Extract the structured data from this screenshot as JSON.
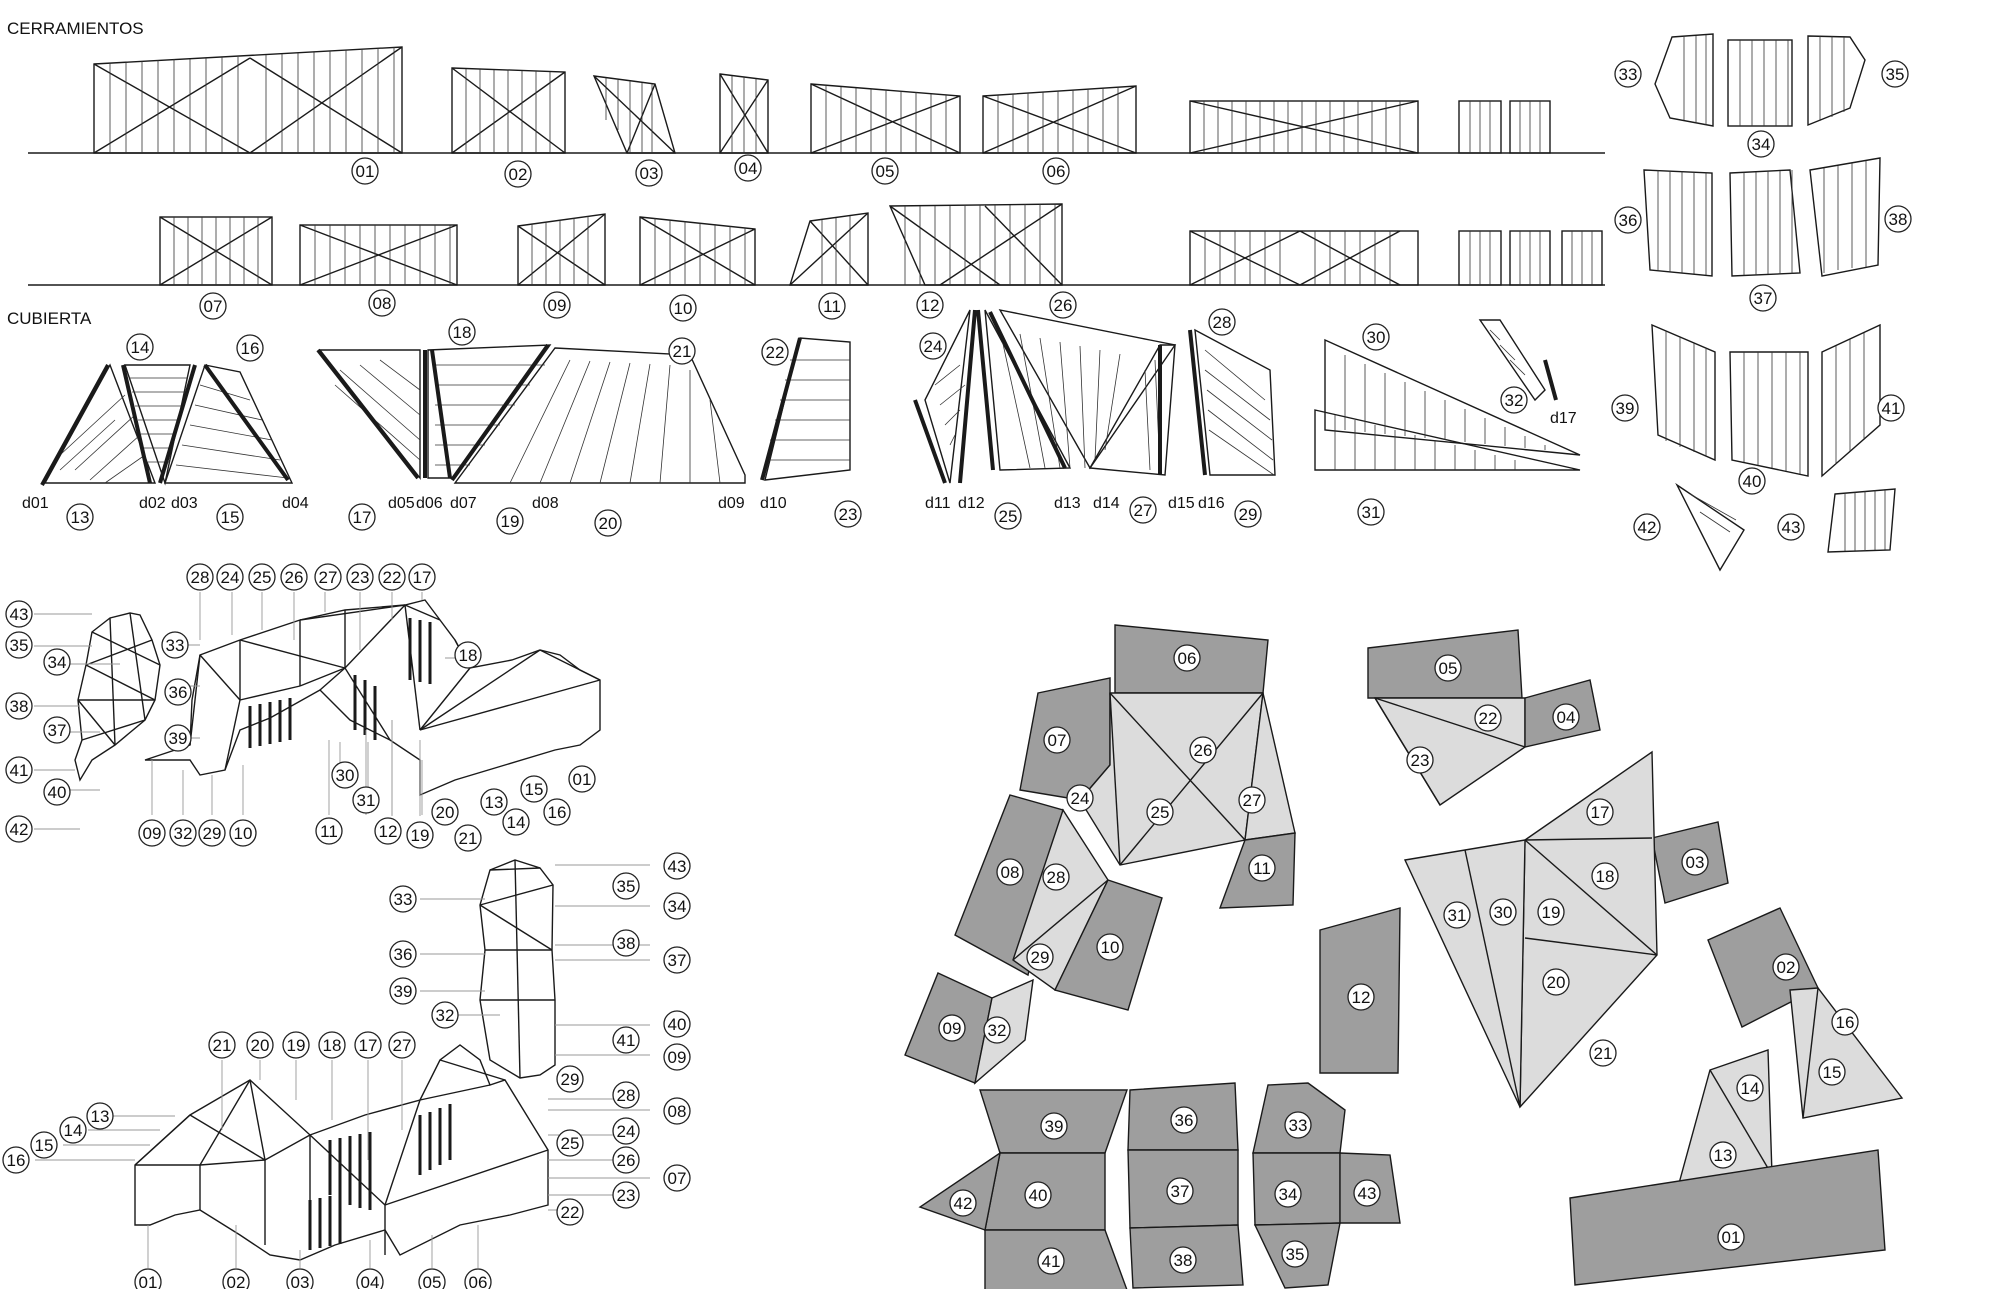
{
  "headings": {
    "cerramientos": "CERRAMIENTOS",
    "cubierta": "CUBIERTA"
  },
  "elevation_row1": [
    "01",
    "02",
    "03",
    "04",
    "05",
    "06"
  ],
  "elevation_row2": [
    "07",
    "08",
    "09",
    "10",
    "11",
    "12",
    "26"
  ],
  "panel_grid": [
    "33",
    "34",
    "35",
    "36",
    "37",
    "38",
    "39",
    "40",
    "41",
    "42",
    "43"
  ],
  "roof_numbers": [
    "14",
    "16",
    "13",
    "15",
    "17",
    "18",
    "19",
    "20",
    "21",
    "22",
    "23",
    "24",
    "25",
    "27",
    "28",
    "29",
    "30",
    "31",
    "32"
  ],
  "roof_joints": [
    "d01",
    "d02",
    "d03",
    "d04",
    "d05",
    "d06",
    "d07",
    "d08",
    "d09",
    "d10",
    "d11",
    "d12",
    "d13",
    "d14",
    "d15",
    "d16",
    "d17"
  ],
  "iso_top_labels": [
    "43",
    "35",
    "34",
    "38",
    "37",
    "41",
    "40",
    "42",
    "28",
    "24",
    "25",
    "26",
    "27",
    "23",
    "22",
    "17",
    "33",
    "36",
    "39",
    "18",
    "30",
    "31",
    "11",
    "12",
    "19",
    "20",
    "21",
    "13",
    "14",
    "15",
    "16",
    "01",
    "09",
    "32",
    "29",
    "10"
  ],
  "iso_bottom_labels": [
    "33",
    "36",
    "39",
    "32",
    "43",
    "35",
    "34",
    "38",
    "37",
    "40",
    "41",
    "09",
    "29",
    "28",
    "08",
    "24",
    "25",
    "26",
    "07",
    "23",
    "22",
    "21",
    "20",
    "19",
    "18",
    "17",
    "27",
    "13",
    "14",
    "15",
    "16",
    "01",
    "02",
    "03",
    "04",
    "05",
    "06"
  ],
  "unfolded_dark": [
    "06",
    "05",
    "04",
    "07",
    "11",
    "08",
    "10",
    "09",
    "12",
    "03",
    "02",
    "01",
    "39",
    "40",
    "41",
    "42",
    "36",
    "37",
    "38",
    "33",
    "34",
    "35",
    "43"
  ],
  "unfolded_light": [
    "26",
    "25",
    "24",
    "27",
    "28",
    "29",
    "32",
    "22",
    "23",
    "17",
    "18",
    "19",
    "20",
    "21",
    "30",
    "31",
    "16",
    "15",
    "14",
    "13"
  ],
  "colors": {
    "dark_face": "#9e9e9e",
    "light_face": "#dcdcdc",
    "line": "#1a1a1a",
    "badge": "#ffffff"
  }
}
